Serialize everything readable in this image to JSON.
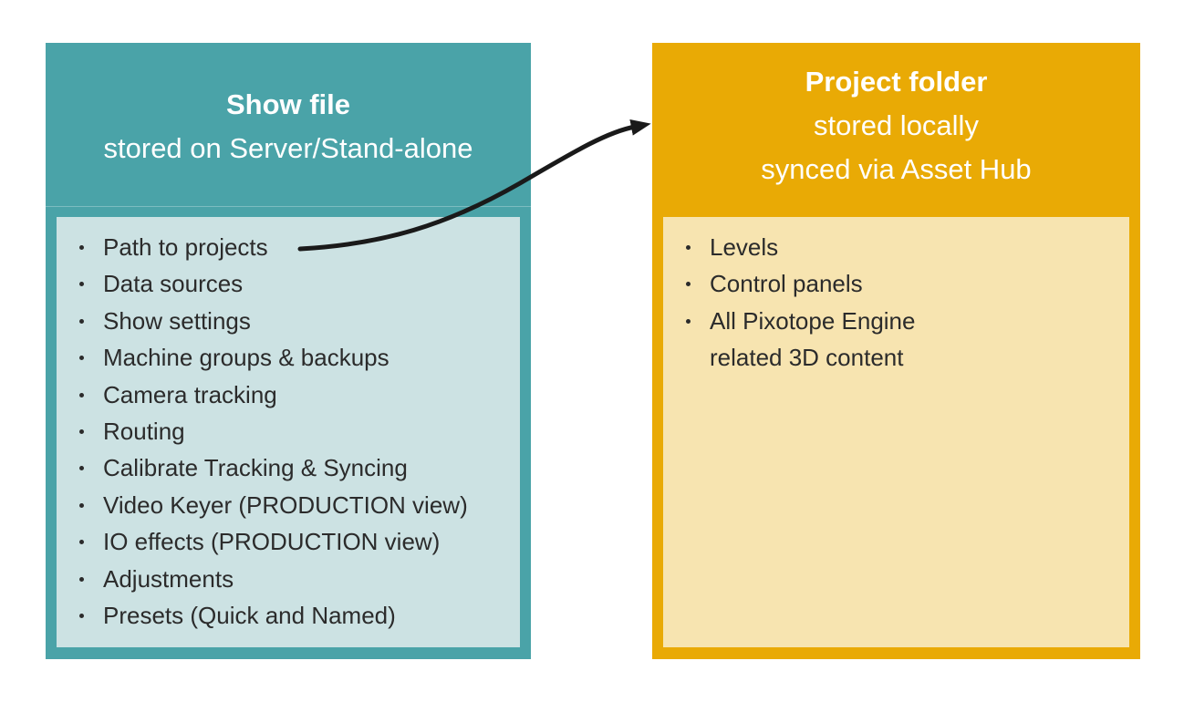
{
  "diagram": {
    "left_panel": {
      "title": "Show file",
      "subtitle_lines": [
        "stored on Server/Stand-alone"
      ],
      "items": [
        "Path to projects",
        "Data sources",
        "Show settings",
        "Machine groups & backups",
        "Camera tracking",
        "Routing",
        "Calibrate Tracking & Syncing",
        "Video Keyer (PRODUCTION view)",
        "IO effects (PRODUCTION view)",
        "Adjustments",
        "Presets (Quick and Named)"
      ],
      "colors": {
        "header_bg": "#4AA3A8",
        "body_bg": "#CCE2E3"
      }
    },
    "right_panel": {
      "title": "Project folder",
      "subtitle_lines": [
        "stored locally",
        "synced via Asset Hub"
      ],
      "items": [
        "Levels",
        "Control panels",
        "All Pixotope Engine related 3D content"
      ],
      "colors": {
        "header_bg": "#E9AA05",
        "body_bg": "#F7E4B0"
      }
    },
    "arrow": {
      "from_item": "Path to projects",
      "to_panel": "Project folder",
      "color": "#1A1A1A"
    },
    "text_color": "#2B2B2B"
  }
}
